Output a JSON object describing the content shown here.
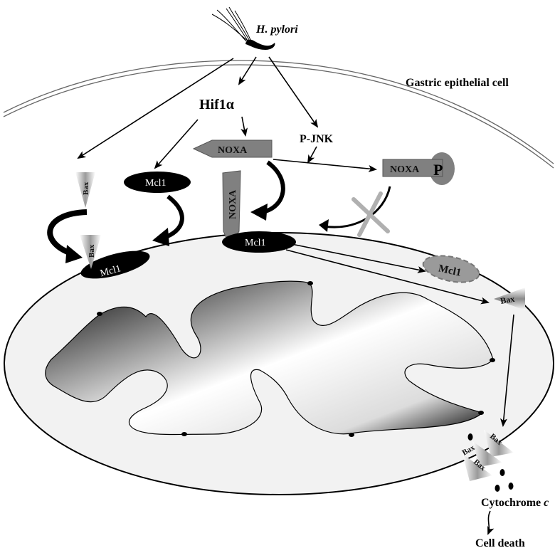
{
  "labels": {
    "hpylori": "H. pylori",
    "cell": "Gastric epithelial cell",
    "hif": "Hif1α",
    "pjnk": "P-JNK",
    "noxa_top": "NOXA",
    "noxa_p": "NOXA",
    "p": "P",
    "noxa_vert": "NOXA",
    "mcl1_free": "Mcl1",
    "mcl1_bax": "Mcl1",
    "mcl1_noxa": "Mcl1",
    "mcl1_degraded": "Mcl1",
    "bax_cyto": "Bax",
    "bax_complex": "Bax",
    "bax_membrane": "Bax",
    "bax_pore1": "Bax",
    "bax_pore2": "Bax",
    "bax_pore3": "Bax",
    "cytochrome": "Cytochrome ",
    "cytochrome_c": "c",
    "death": "Cell death"
  },
  "colors": {
    "protein_gray": "#808080",
    "mcl1_black": "#000000",
    "outer_mito": "#f2f2f2",
    "cross_gray": "#b0b0b0"
  }
}
